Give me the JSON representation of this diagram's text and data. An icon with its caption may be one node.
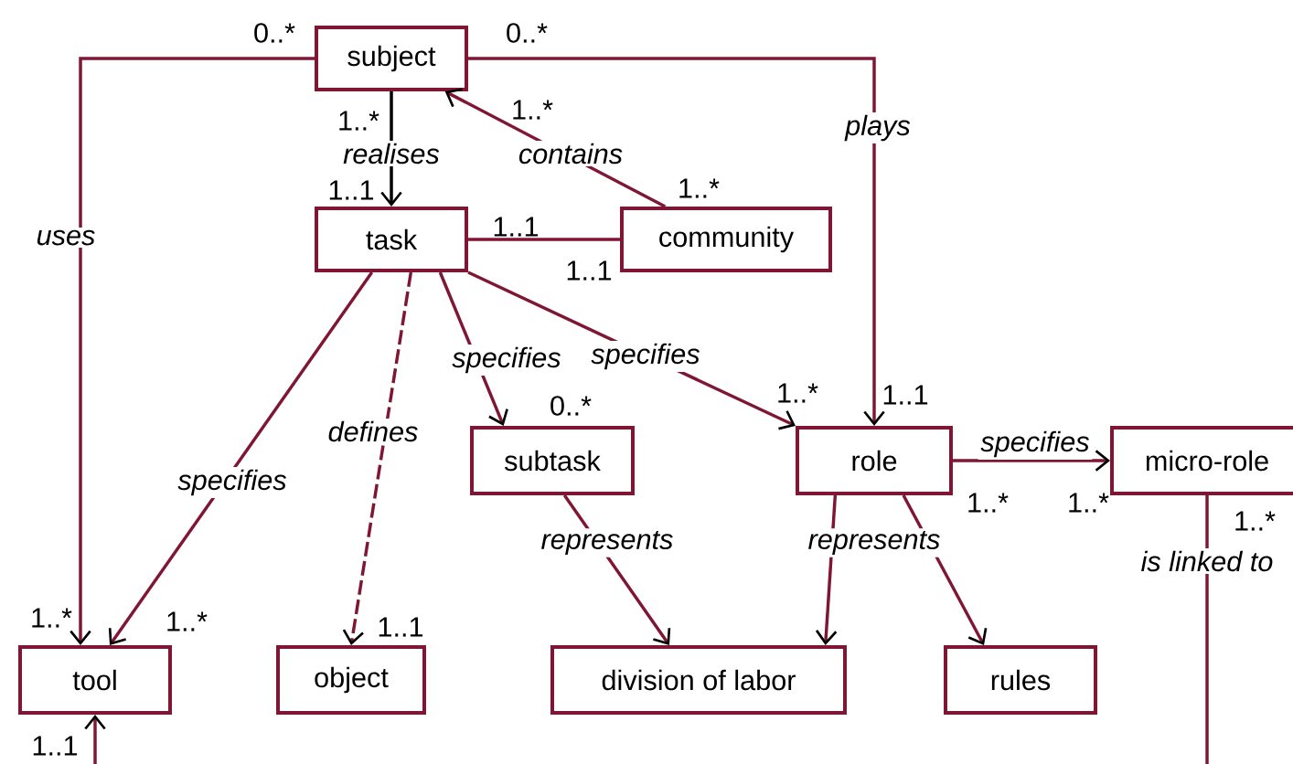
{
  "diagram": {
    "nodes": [
      {
        "text": [
          "subject"
        ]
      },
      {
        "text": [
          "task"
        ]
      },
      {
        "text": [
          "community"
        ]
      },
      {
        "text": [
          "subtask"
        ]
      },
      {
        "text": [
          "role"
        ]
      },
      {
        "text": [
          "micro-role"
        ]
      },
      {
        "text": [
          "tool"
        ]
      },
      {
        "text": [
          "object"
        ]
      },
      {
        "text": [
          "division of labor"
        ]
      },
      {
        "text": [
          "rules"
        ]
      }
    ],
    "edges": [
      {
        "from": 0,
        "to": 6,
        "arrow": "to",
        "label": "uses"
      },
      {
        "from": 0,
        "to": 1,
        "arrow": "to",
        "label": "realises",
        "color": "#000000"
      },
      {
        "from": 2,
        "to": 0,
        "arrow": "to",
        "label": "contains"
      },
      {
        "from": 1,
        "to": 2,
        "arrow": "none"
      },
      {
        "from": 0,
        "to": 4,
        "arrow": "to",
        "label": "plays"
      },
      {
        "from": 1,
        "to": 6,
        "arrow": "to",
        "label": "specifies"
      },
      {
        "from": 1,
        "to": 7,
        "arrow": "to",
        "label": "defines",
        "style": "dashed"
      },
      {
        "from": 1,
        "to": 3,
        "arrow": "to",
        "label": "specifies"
      },
      {
        "from": 1,
        "to": 4,
        "arrow": "to",
        "label": "specifies"
      },
      {
        "from": 4,
        "to": 5,
        "arrow": "to",
        "label": "specifies"
      },
      {
        "from": 3,
        "to": 8,
        "arrow": "to",
        "label": "represents"
      },
      {
        "from": 4,
        "to": 8,
        "arrow": "to",
        "label": "represents"
      },
      {
        "from": 4,
        "to": 9,
        "arrow": "to"
      },
      {
        "from": 5,
        "to": null,
        "arrow": "none",
        "label": "is linked to"
      },
      {
        "from": null,
        "to": 6,
        "arrow": "to"
      }
    ],
    "labels": [
      "0..*",
      "0..*",
      "1..*",
      "1..*",
      "1..1",
      "1..*",
      "1..1",
      "1..1",
      "0..*",
      "1..*",
      "1..1",
      "1..*",
      "1..*",
      "1..*",
      "1..*",
      "1..*",
      "1..1",
      "1..1"
    ]
  }
}
